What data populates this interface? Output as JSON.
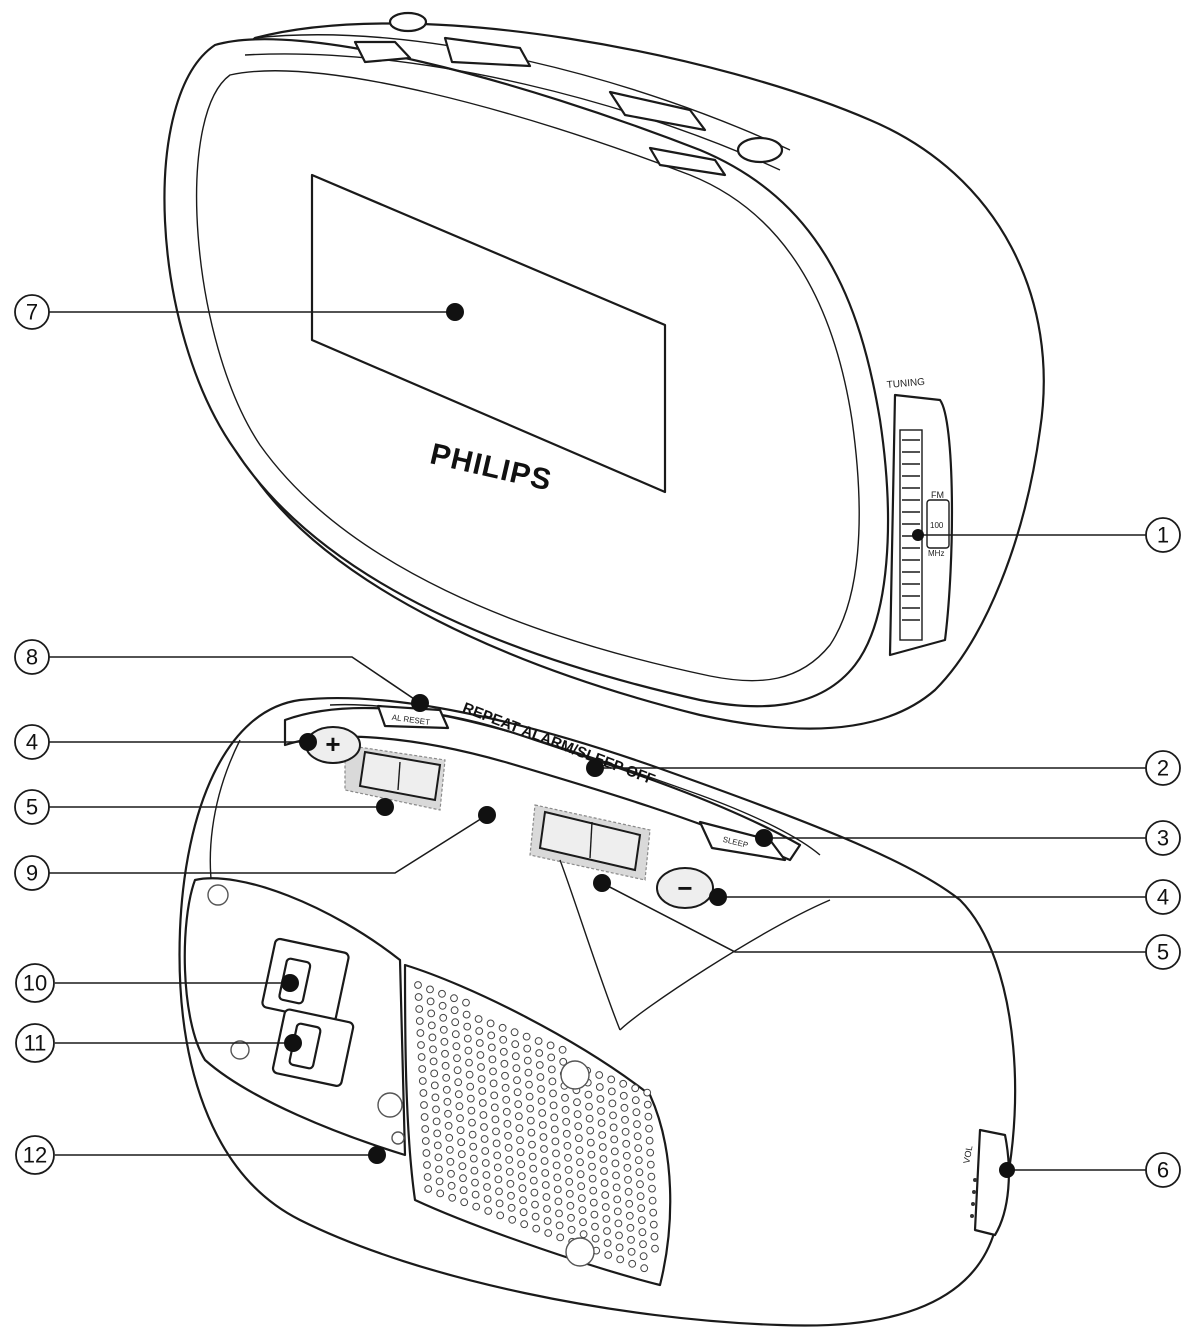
{
  "brand": "PHILIPS",
  "labels": {
    "top_panel_text": "REPEAT ALARM/SLEEP OFF",
    "tuning_label": "TUNING",
    "dial_band": "FM",
    "dial_value": "100",
    "dial_unit": "MHz",
    "plus_symbol": "+",
    "minus_symbol": "−",
    "volume_label": "VOL"
  },
  "callouts": [
    {
      "id": "1",
      "text": "1"
    },
    {
      "id": "2",
      "text": "2"
    },
    {
      "id": "3",
      "text": "3"
    },
    {
      "id": "4a",
      "text": "4"
    },
    {
      "id": "4b",
      "text": "4"
    },
    {
      "id": "5a",
      "text": "5"
    },
    {
      "id": "5b",
      "text": "5"
    },
    {
      "id": "6",
      "text": "6"
    },
    {
      "id": "7",
      "text": "7"
    },
    {
      "id": "8",
      "text": "8"
    },
    {
      "id": "9",
      "text": "9"
    },
    {
      "id": "10",
      "text": "10"
    },
    {
      "id": "11",
      "text": "11"
    },
    {
      "id": "12",
      "text": "12"
    }
  ]
}
